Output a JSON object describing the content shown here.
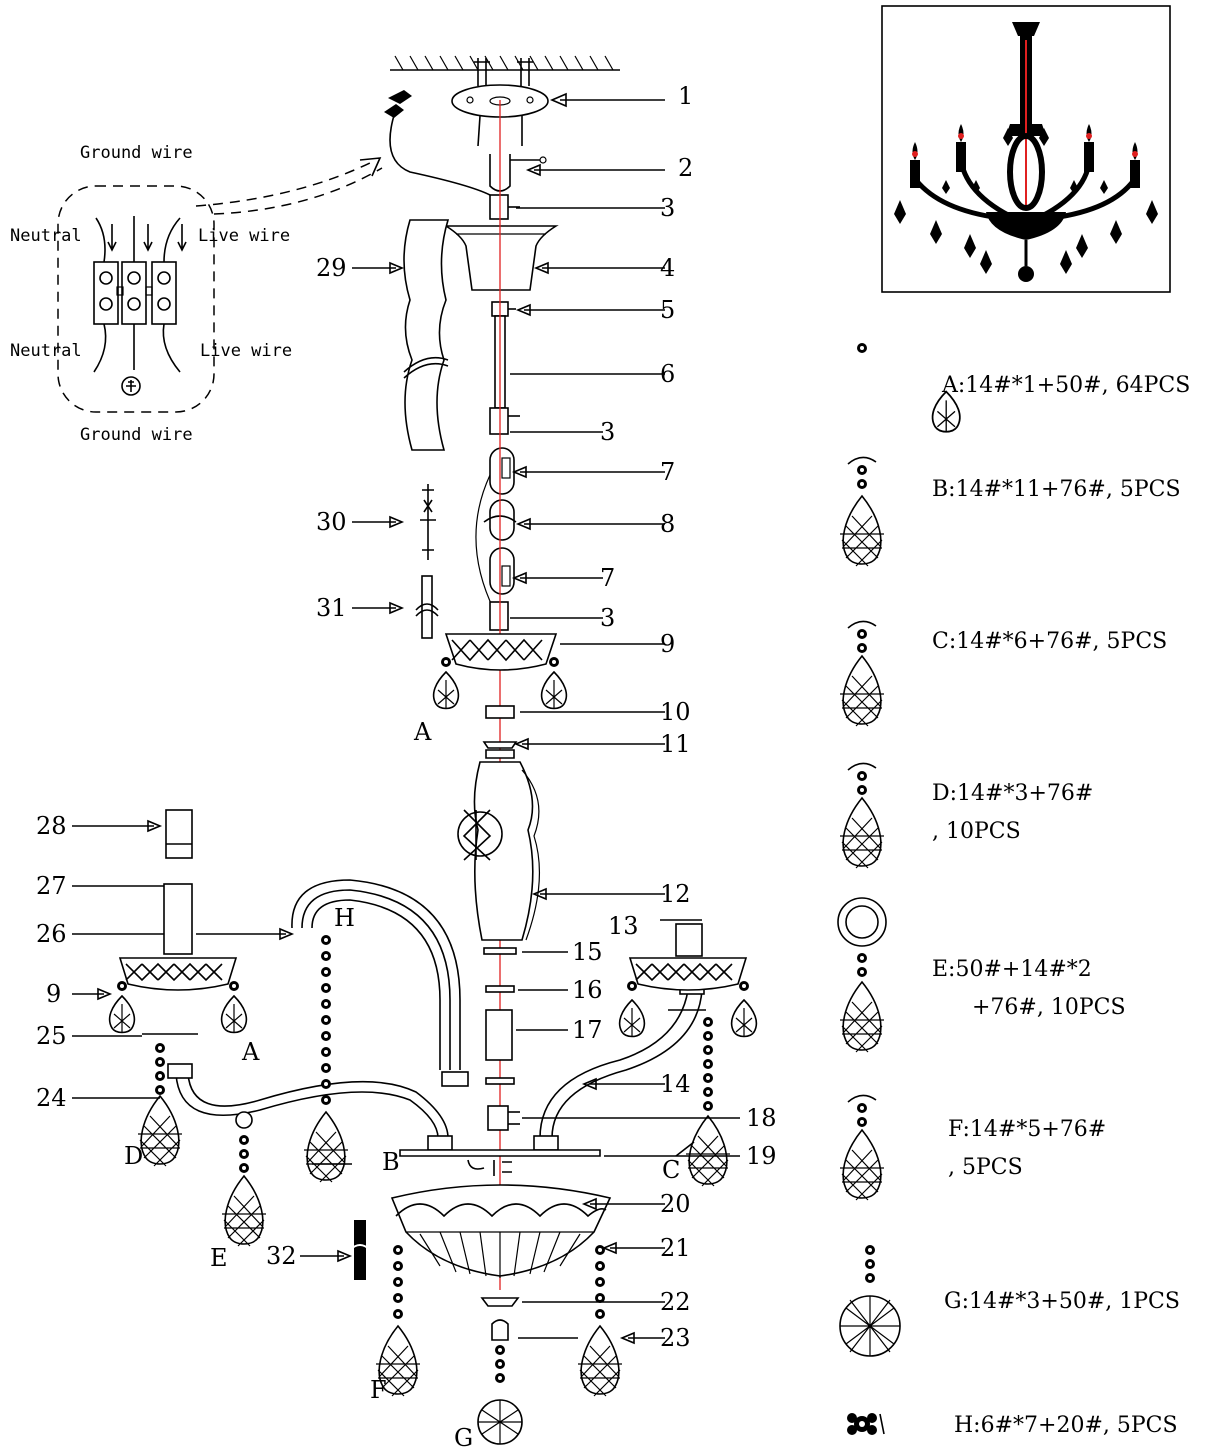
{
  "part_numbers": [
    "1",
    "2",
    "3",
    "4",
    "5",
    "6",
    "3",
    "7",
    "8",
    "7",
    "3",
    "9",
    "10",
    "11",
    "12",
    "13",
    "15",
    "16",
    "17",
    "14",
    "18",
    "19",
    "20",
    "21",
    "22",
    "23",
    "29",
    "30",
    "31",
    "28",
    "27",
    "26",
    "9",
    "25",
    "24",
    "32"
  ],
  "part_letters": [
    "A",
    "H",
    "A",
    "D",
    "B",
    "C",
    "E",
    "F",
    "G"
  ],
  "wiring": {
    "ground_top": "Ground wire",
    "ground_bottom": "Ground wire",
    "neutral_top": "Neutral",
    "neutral_bottom": "Neutral",
    "live_top": "Live wire",
    "live_bottom": "Live wire"
  },
  "legend": [
    {
      "line1": "A:14#*1+50#, 64PCS",
      "line2": ""
    },
    {
      "line1": "B:14#*11+76#, 5PCS",
      "line2": ""
    },
    {
      "line1": "C:14#*6+76#, 5PCS",
      "line2": ""
    },
    {
      "line1": "D:14#*3+76#",
      "line2": ", 10PCS"
    },
    {
      "line1": "E:50#+14#*2",
      "line2": "+76#, 10PCS"
    },
    {
      "line1": "F:14#*5+76#",
      "line2": ", 5PCS"
    },
    {
      "line1": "G:14#*3+50#, 1PCS",
      "line2": ""
    },
    {
      "line1": "H:6#*7+20#, 5PCS",
      "line2": ""
    }
  ]
}
